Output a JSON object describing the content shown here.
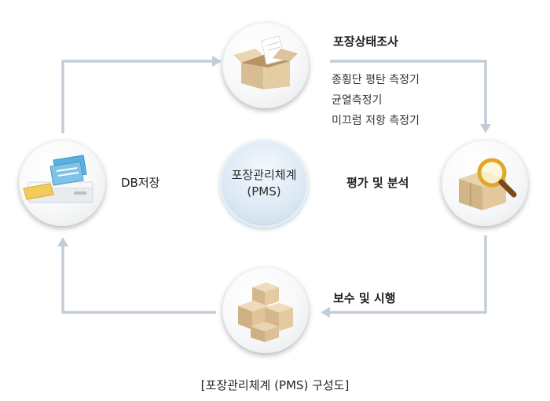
{
  "center": {
    "line1": "포장관리체계",
    "line2": "(PMS)"
  },
  "nodes": {
    "survey": {
      "title": "포장상태조사",
      "items": [
        "종횡단 평탄 측정기",
        "균열측정기",
        "미끄럼 저항 측정기"
      ]
    },
    "evaluate": {
      "title": "평가 및 분석"
    },
    "repair": {
      "title": "보수 및 시행"
    },
    "db": {
      "title": "DB저장"
    }
  },
  "caption": "[포장관리체계 (PMS) 구성도]",
  "colors": {
    "flow_line": "#c2cdd8",
    "box": "#dcc39a",
    "box_dark": "#c9ab7c",
    "doc_blue": "#4fa7d6",
    "magnifier_gold": "#e0a72a"
  }
}
